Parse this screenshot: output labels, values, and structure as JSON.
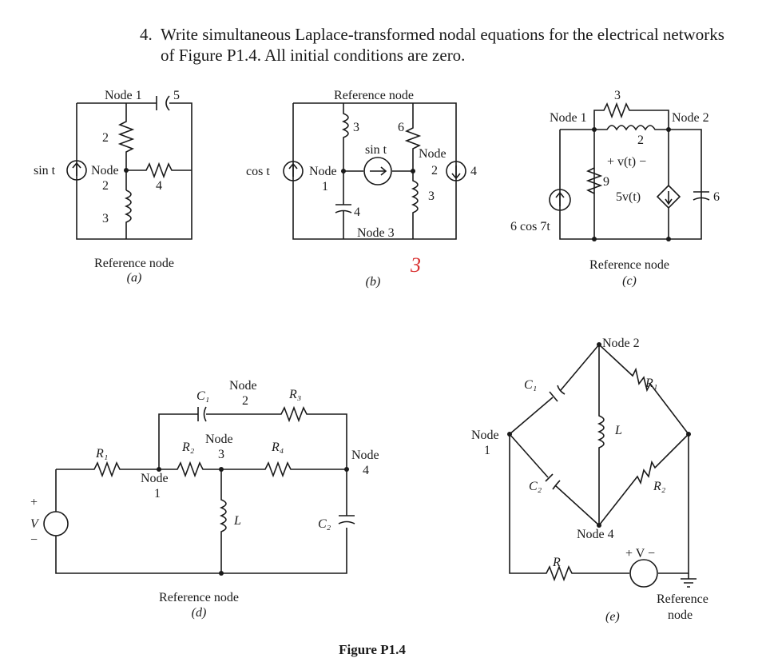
{
  "problem": {
    "number": "4.",
    "text": "Write simultaneous Laplace-transformed nodal equations for the electrical networks of Figure P1.4. All initial conditions are zero."
  },
  "annotation": "3",
  "figure_caption": "Figure P1.4",
  "circuits": {
    "a": {
      "caption": "(a)",
      "ref_label": "Reference node",
      "node1": "Node 1",
      "node2a": "Node",
      "node2b": "2",
      "source": "sin t",
      "cap": "5",
      "r_top": "2",
      "r_right": "4",
      "l": "3"
    },
    "b": {
      "caption": "(b)",
      "ref_label": "Reference node",
      "source_left": "cos t",
      "node1a": "Node",
      "node1b": "1",
      "l_top": "3",
      "r_top": "6",
      "source_mid": "sin t",
      "node2a": "Node",
      "node2b": "2",
      "source_right": "4",
      "cap": "4",
      "l_right": "3",
      "node3": "Node 3"
    },
    "c": {
      "caption": "(c)",
      "ref_label": "Reference node",
      "r_top": "3",
      "node1": "Node 1",
      "node2": "Node 2",
      "l": "2",
      "v_label": "+ v(t) −",
      "r_left": "9",
      "dep_source": "5v(t)",
      "cap": "6",
      "source": "6 cos 7t"
    },
    "d": {
      "caption": "(d)",
      "ref_label": "Reference node",
      "c1": "C₁",
      "node2a": "Node",
      "node2b": "2",
      "r3": "R₃",
      "r1": "R₁",
      "r2": "R₂",
      "node3a": "Node",
      "node3b": "3",
      "r4": "R₄",
      "node4a": "Node",
      "node4b": "4",
      "node1a": "Node",
      "node1b": "1",
      "plus": "+",
      "v": "V",
      "minus": "−",
      "l": "L",
      "c2": "C₂"
    },
    "e": {
      "caption": "(e)",
      "ref_label_a": "Reference",
      "ref_label_b": "node",
      "node2": "Node 2",
      "c1": "C₁",
      "r1": "R₁",
      "node1a": "Node",
      "node1b": "1",
      "l": "L",
      "c2": "C₂",
      "r2": "R₂",
      "node4": "Node 4",
      "r": "R",
      "v_label": "+ V −"
    }
  },
  "colors": {
    "ink": "#1a1a1a",
    "annotation": "#d93030",
    "background": "#ffffff"
  }
}
